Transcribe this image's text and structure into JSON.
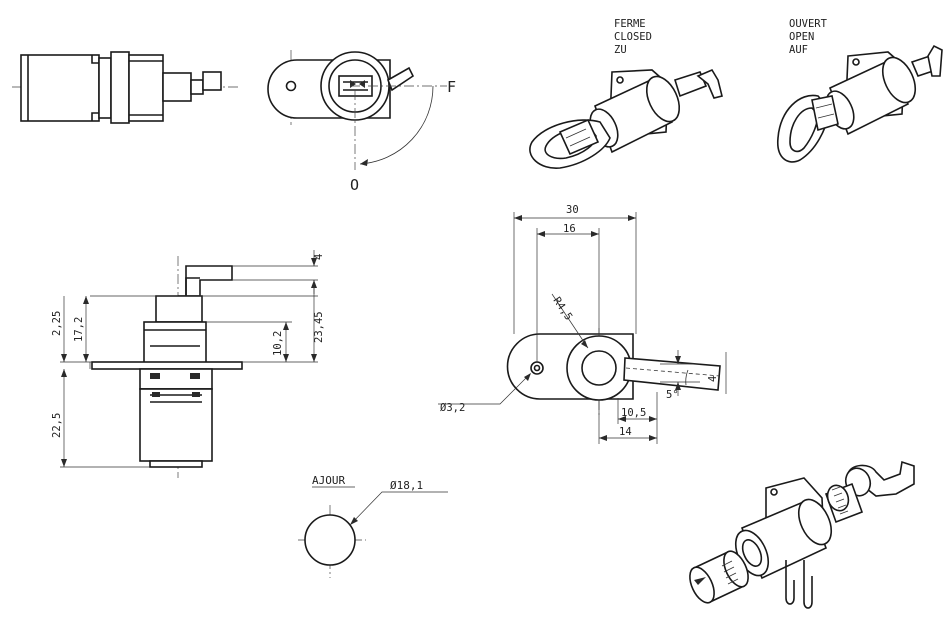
{
  "states": {
    "closed": [
      "FERME",
      "CLOSED",
      "ZU"
    ],
    "open": [
      "OUVERT",
      "OPEN",
      "AUF"
    ]
  },
  "front_view": {
    "closed_marker": "F",
    "open_marker": "O"
  },
  "side_dims": {
    "d_4": "4",
    "d_2_25": "2,25",
    "d_17_2": "17,2",
    "d_10_2": "10,2",
    "d_23_45": "23,45",
    "d_22_5": "22,5"
  },
  "plan_dims": {
    "d_30": "30",
    "d_16": "16",
    "d_r4_5": "R4,5",
    "d_4": "4",
    "d_5deg": "5°",
    "d_10_5": "10,5",
    "d_14": "14",
    "d_hole": "Ø3,2"
  },
  "cutout": {
    "label": "AJOUR",
    "diameter": "Ø18,1"
  }
}
